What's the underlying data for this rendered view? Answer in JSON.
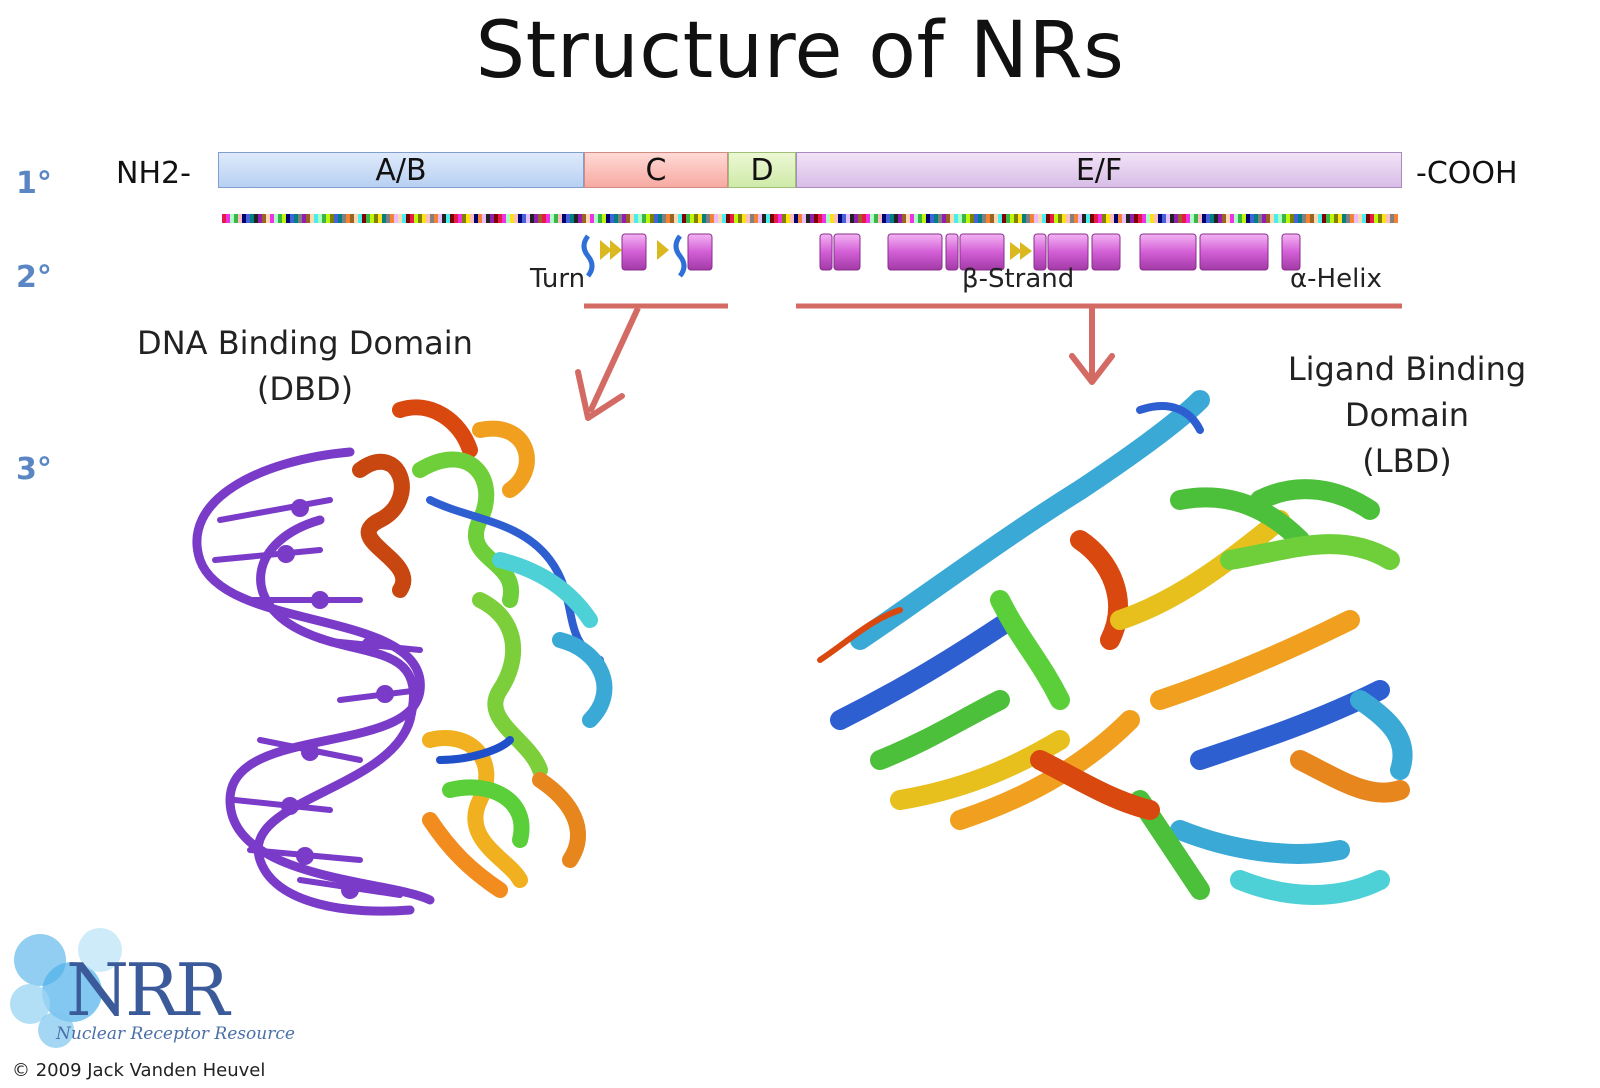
{
  "title": "Structure of NRs",
  "levels": {
    "primary": "1°",
    "secondary": "2°",
    "tertiary": "3°"
  },
  "terminals": {
    "n": "NH2-",
    "c": "-COOH"
  },
  "domains": [
    {
      "label": "A/B"
    },
    {
      "label": "C"
    },
    {
      "label": "D"
    },
    {
      "label": "E/F"
    }
  ],
  "secondary_labels": {
    "turn": "Turn",
    "strand": "β-Strand",
    "helix": "α-Helix"
  },
  "dbd": {
    "name": "DNA Binding Domain",
    "abbr": "(DBD)"
  },
  "lbd": {
    "name": "Ligand Binding Domain",
    "abbr": "(LBD)"
  },
  "logo": {
    "main": "NRR",
    "sub": "Nuclear Receptor Resource"
  },
  "credit": "© 2009 Jack Vanden Heuvel",
  "colors": {
    "level": "#5b86c4",
    "arrow": "#d46a64",
    "helix": "#d35fd6",
    "strand": "#d9b820",
    "dna": "#7a3bc9"
  }
}
